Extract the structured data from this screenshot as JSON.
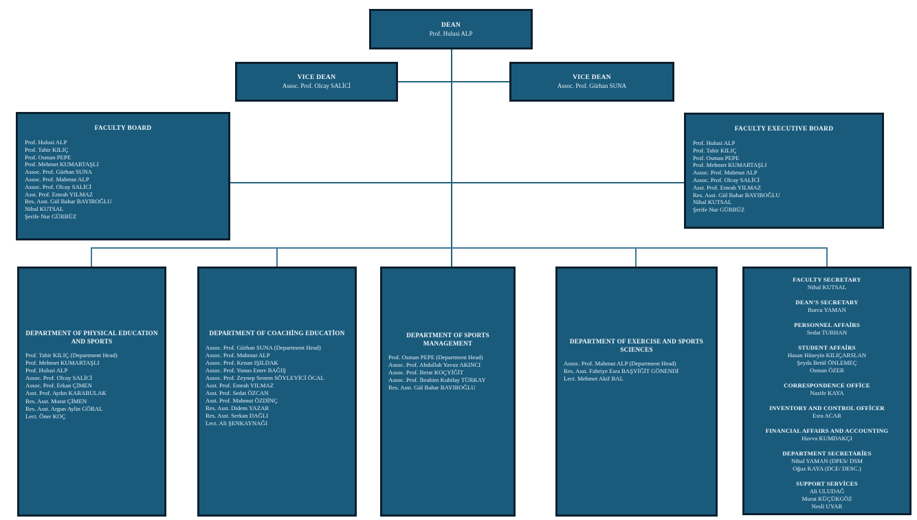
{
  "colors": {
    "box_fill": "#1a5b7c",
    "box_border": "#0c2030",
    "connector_dark": "#20607f",
    "connector_light": "#3d7796",
    "text": "#e9f1f5",
    "background": "#ffffff"
  },
  "org_chart": {
    "dean": {
      "title": "DEAN",
      "name": "Prof. Hulusi ALP"
    },
    "vice_dean_left": {
      "title": "VICE DEAN",
      "name": "Assoc. Prof. Olcay SALİCİ"
    },
    "vice_dean_right": {
      "title": "VICE DEAN",
      "name": "Assoc. Prof. Gürhan SUNA"
    },
    "faculty_board": {
      "title": "FACULTY BOARD",
      "members": [
        "Prof. Hulusi ALP",
        "Prof. Tahir KILIÇ",
        "Prof. Osman PEPE",
        "Prof. Mehmet KUMARTAŞLI",
        "Assoc. Prof. Gürhan SUNA",
        "Assoc. Prof. Mahmut ALP",
        "Assoc. Prof. Olcay SALİCİ",
        "Asst. Prof. Emrah YILMAZ",
        "Res. Asst. Gül Bahar BAYIROĞLU",
        "Nihal KUTSAL",
        "Şerife Nur GÜRBÜZ"
      ]
    },
    "faculty_executive_board": {
      "title": "FACULTY EXECUTIVE BOARD",
      "members": [
        "Prof. Hulusi ALP",
        "Prof. Tahir KILIÇ",
        "Prof. Osman PEPE",
        "Prof. Mehmet KUMARTAŞLI",
        "Assoc. Prof. Mahmut ALP",
        "Assoc. Prof. Olcay SALİCİ",
        "Asst. Prof. Emrah YILMAZ",
        "Res. Asst. Gül Bahar BAYIROĞLU",
        "Nihal KUTSAL",
        "Şerife Nur GÜRBÜZ"
      ]
    },
    "departments": [
      {
        "title": "DEPARTMENT OF PHYSICAL EDUCATION AND SPORTS",
        "members": [
          "Prof. Tahir KILIÇ  (Department Head)",
          "Prof. Mehmet KUMARTAŞLI",
          "Prof. Hulusi ALP",
          "Assoc. Prof. Olcay SALİCİ",
          "Assoc. Prof. Erkan ÇİMEN",
          "Asst. Prof. Aydın KARABULAK",
          "Res. Asst. Murat ÇİMEN",
          "Res. Asst. Argun Aylin GÖRAL",
          "Lect. Öner KOÇ"
        ]
      },
      {
        "title": "DEPARTMENT OF COACHİNG EDUCATİON",
        "members": [
          "Assoc. Prof. Gürhan SUNA (Department Head)",
          "Assoc. Prof. Mahmut ALP",
          "Assoc. Prof. Kenan IŞILDAK",
          "Assoc. Prof. Yunus Emre BAĞIŞ",
          "Assoc. Prof. Zeynep Senem SÖYLEYİCİ ÖCAL",
          "Asst. Prof. Emrah YILMAZ",
          "Asst. Prof. Sedat ÖZCAN",
          "Asst. Prof. Mahmut ÖZDİNÇ",
          "Res. Asst. Didem YAZAR",
          "Res. Asst. Serkan DAĞLI",
          "Lect. Ali ŞENKAYNAĞI"
        ]
      },
      {
        "title": "DEPARTMENT OF SPORTS MANAGEMENT",
        "members": [
          "Prof. Osman PEPE (Department Head)",
          "Assoc. Prof. Abdullah Yavuz AKINCI",
          "Assoc. Prof. Berat KOÇYİĞİT",
          "Assoc. Prof. İbrahim Kubilay TÜRKAY",
          "Res. Asst. Gül Bahar BAYIROĞLU"
        ]
      },
      {
        "title": "DEPARTMENT OF EXERCISE AND SPORTS SCIENCES",
        "members": [
          "Assoc. Prof. Mahmut ALP (Department Head)",
          "Res. Asst. Fahriye Esra BAŞYİĞİT GÖNENDİ",
          "Lect. Mehmet Akif BAL"
        ]
      }
    ],
    "administration": {
      "sections": [
        {
          "title": "FACULTY SECRETARY",
          "names": [
            "Nihal KUTSAL"
          ]
        },
        {
          "title": "DEAN’S SECRETARY",
          "names": [
            "Burcu YAMAN"
          ]
        },
        {
          "title": "PERSONNEL AFFAİRS",
          "names": [
            "Sedat TURHAN"
          ]
        },
        {
          "title": "STUDENT AFFAİRS",
          "names": [
            "Hasan Hüseyin KILIÇARSLAN",
            "Şeyda Betül ÖNLEMEÇ",
            "Osman ÖZER"
          ]
        },
        {
          "title": "CORRESPONDENCE OFFİCE",
          "names": [
            "Nazife KAYA"
          ]
        },
        {
          "title": "INVENTORY AND CONTROL OFFİCER",
          "names": [
            "Esra ACAR"
          ]
        },
        {
          "title": "FINANCIAL AFFAIRS AND ACCOUNTING",
          "names": [
            "Havva KUMDAKÇI"
          ]
        },
        {
          "title": "DEPARTMENT SECRETARİES",
          "names": [
            "Nihal YAMAN (DPES/ DSM",
            "Oğuz KAYA (DCE/ DESC.)"
          ]
        },
        {
          "title": "SUPPORT SERVİCES",
          "names": [
            "Ali ULUDAĞ",
            "Murat KÜÇÜKGÖZ",
            "Nesli UYAR"
          ]
        }
      ]
    }
  }
}
